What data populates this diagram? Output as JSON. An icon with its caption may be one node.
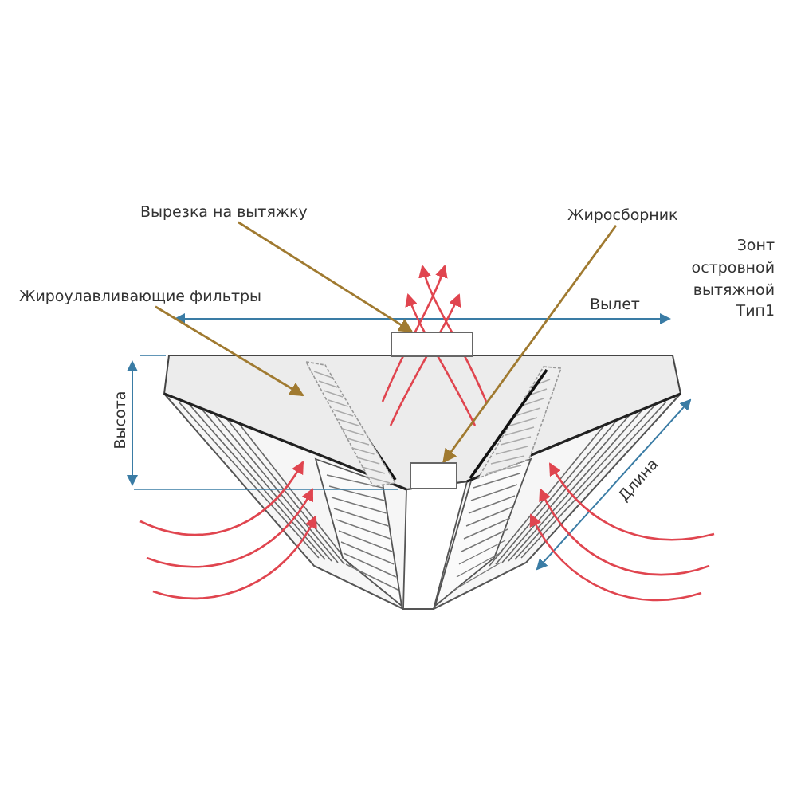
{
  "diagram": {
    "title": "Зонт островной вытяжной Тип1",
    "nodes": [
      {
        "text": [
          "Вырезка на вытяжку"
        ]
      },
      {
        "text": [
          "Жиросборник"
        ]
      },
      {
        "text": [
          "Жироулавливающие фильтры"
        ]
      },
      {
        "text": [],
        "shape": "box"
      },
      {
        "text": [],
        "shape": "box"
      },
      {
        "text": [],
        "shape": "box"
      }
    ],
    "edges": [
      {
        "from": 0,
        "to": 3,
        "arrow": "to"
      },
      {
        "from": 1,
        "to": 5,
        "arrow": "to"
      },
      {
        "from": 2,
        "to": 4,
        "arrow": "to"
      }
    ],
    "labels": [
      "Вылет",
      "Высота",
      "Длина"
    ]
  }
}
